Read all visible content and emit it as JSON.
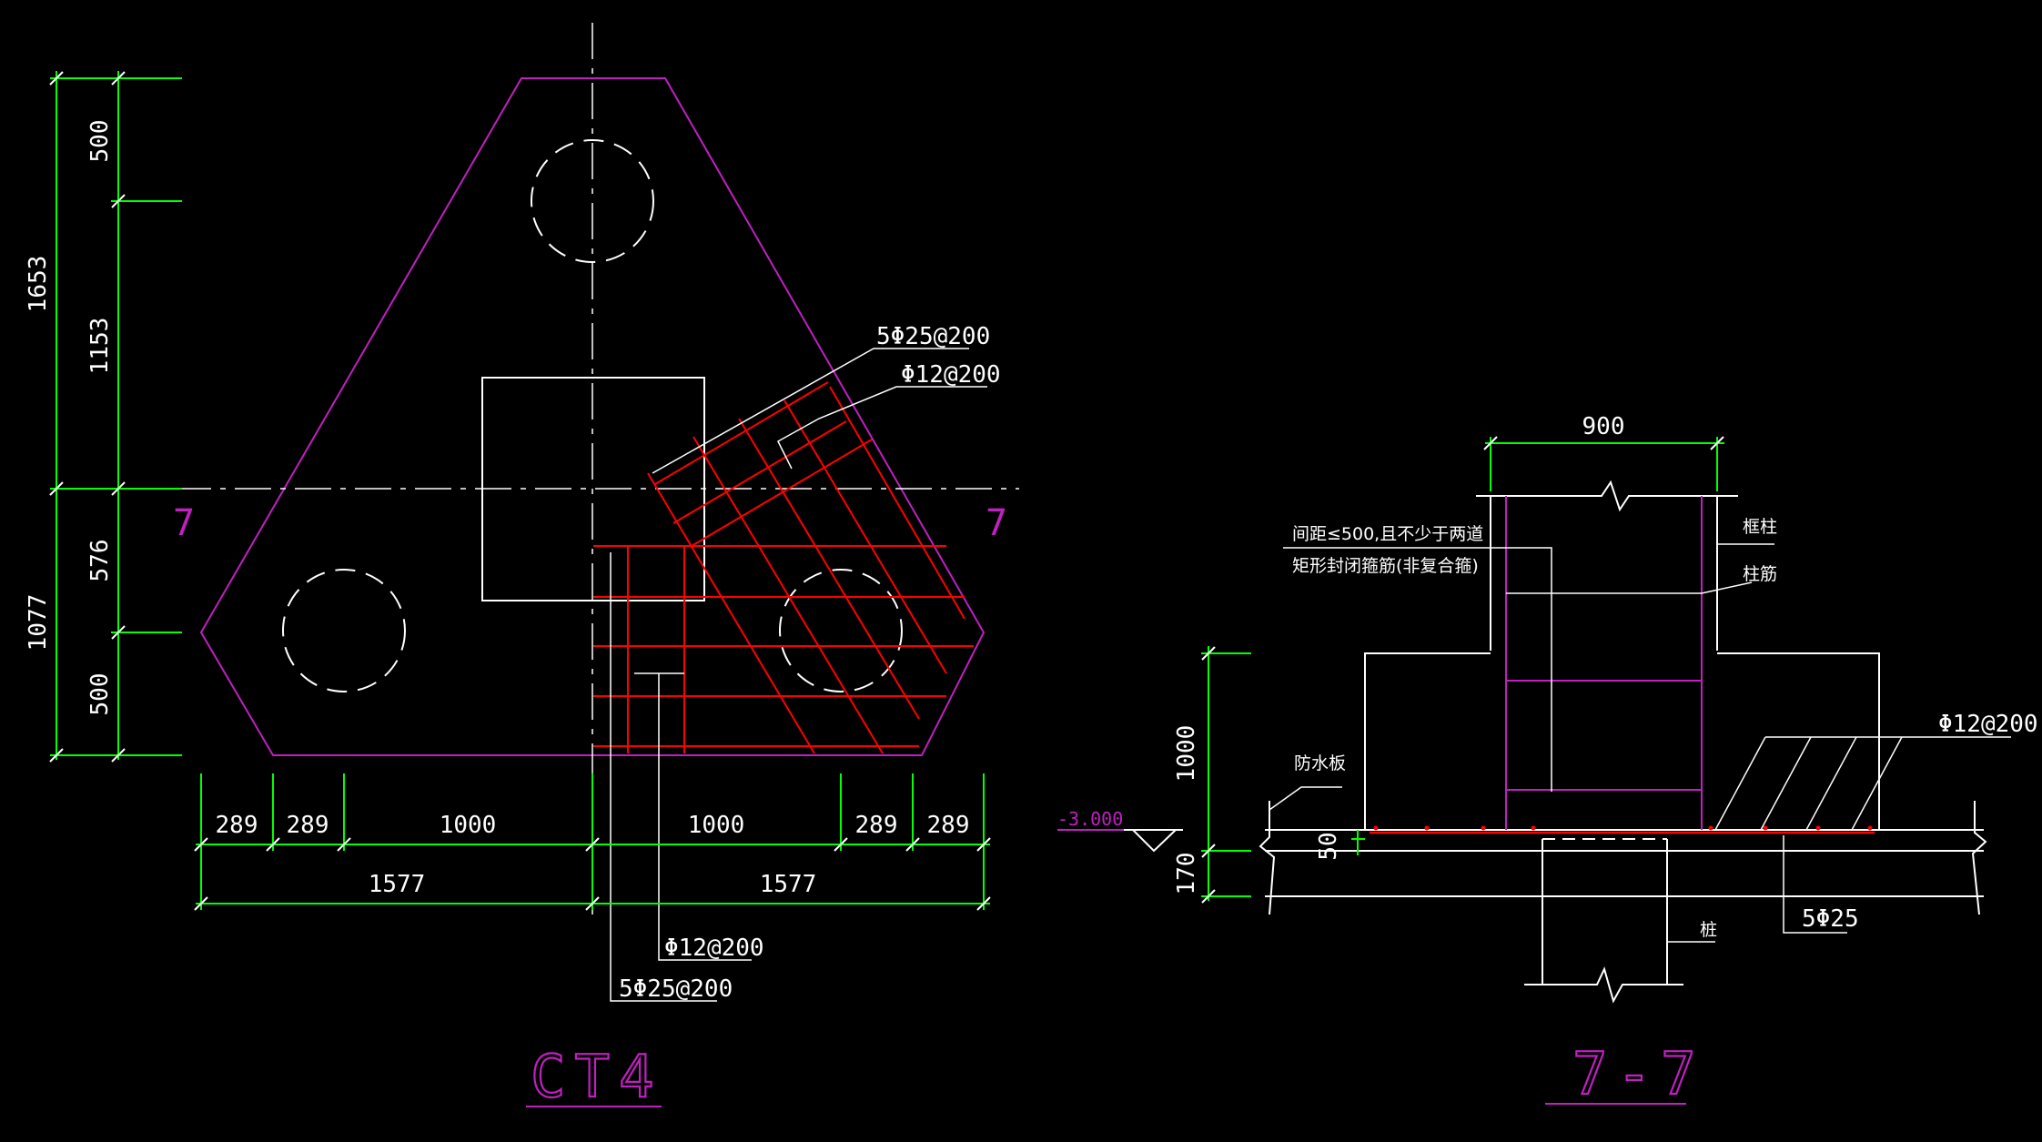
{
  "plan": {
    "title": "CT4",
    "section_mark_left": "7",
    "section_mark_right": "7",
    "dims_left": {
      "d500_top": "500",
      "d1153": "1153",
      "d1653": "1653",
      "d576": "576",
      "d500_bottom": "500",
      "d1077": "1077"
    },
    "dims_bottom": {
      "a": "289",
      "b": "289",
      "c": "1000",
      "d": "1000",
      "e": "289",
      "f": "289",
      "half_left": "1577",
      "half_right": "1577"
    },
    "rebar_labels": {
      "diag_main": "5Φ25@200",
      "diag_dist": "Φ12@200",
      "horiz_dist": "Φ12@200",
      "horiz_main": "5Φ25@200"
    }
  },
  "section": {
    "title": "7-7",
    "width_dim": "900",
    "height_dim": "1000",
    "d50": "50",
    "d170": "170",
    "elevation": "-3.000",
    "note_line1": "间距≤500,且不少于两道",
    "note_line2": "矩形封闭箍筋(非复合箍)",
    "label_column": "框柱",
    "label_column_bar": "柱筋",
    "label_waterproof": "防水板",
    "label_top_bar": "Φ12@200",
    "label_bottom_bar": "5Φ25",
    "label_pile": "桩"
  },
  "colors": {
    "green": "#00ff00",
    "magenta": "#c020c0",
    "red": "#ff0000",
    "white": "#ffffff",
    "background": "#000000"
  }
}
